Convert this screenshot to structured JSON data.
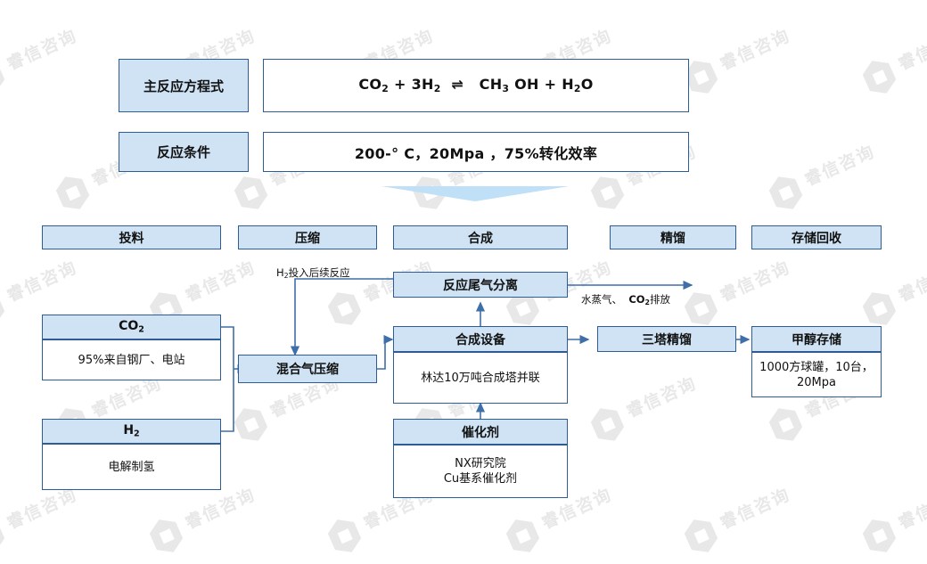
{
  "watermark": {
    "text": "睿信咨询",
    "logo_icon": "rx-logo-icon",
    "color": "#e8e8e8"
  },
  "theme": {
    "fill": "#cfe3f5",
    "border": "#2e5c94",
    "wire": "#3f6fa8",
    "funnel": "#bfe0f7"
  },
  "header_panel": {
    "rows": [
      {
        "label": "主反应方程式",
        "value_parts": [
          "CO",
          "2",
          " + 3H",
          "2",
          " ⇌   CH",
          "3",
          " OH + H",
          "2",
          "O"
        ],
        "value_plain": "CO2 + 3H2 ⇌ CH3 OH + H2O"
      },
      {
        "label": "反应条件",
        "value_plain": "200-° C，20Mpa ，75%转化效率"
      }
    ]
  },
  "stage_headers": [
    {
      "label": "投料"
    },
    {
      "label": "压缩"
    },
    {
      "label": "合成"
    },
    {
      "label": "精馏"
    },
    {
      "label": "存储回收"
    }
  ],
  "nodes": {
    "co2": {
      "title": "CO",
      "title_sub": "2",
      "detail": "95%来自钢厂、电站"
    },
    "h2": {
      "title": "H",
      "title_sub": "2",
      "detail": "电解制氢"
    },
    "compressor": {
      "title": "混合气压缩"
    },
    "tail_gas": {
      "title": "反应尾气分离"
    },
    "synthesis": {
      "title": "合成设备",
      "detail": "林达10万吨合成塔并联"
    },
    "catalyst": {
      "title": "催化剂",
      "detail_line1": "NX研究院",
      "detail_line2": "Cu基系催化剂"
    },
    "distillation": {
      "title": "三塔精馏"
    },
    "storage": {
      "title": "甲醇存储",
      "detail": "1000方球罐，10台，20Mpa"
    }
  },
  "edge_labels": {
    "h2_feed": {
      "pre": "H",
      "sub": "2",
      "post": "投入后续反应",
      "plain": "H2投入后续反应"
    },
    "vent": {
      "pre": "水蒸气、 ",
      "mid": "CO",
      "sub": "2",
      "post": "排放",
      "plain": "水蒸气、CO2排放"
    }
  }
}
